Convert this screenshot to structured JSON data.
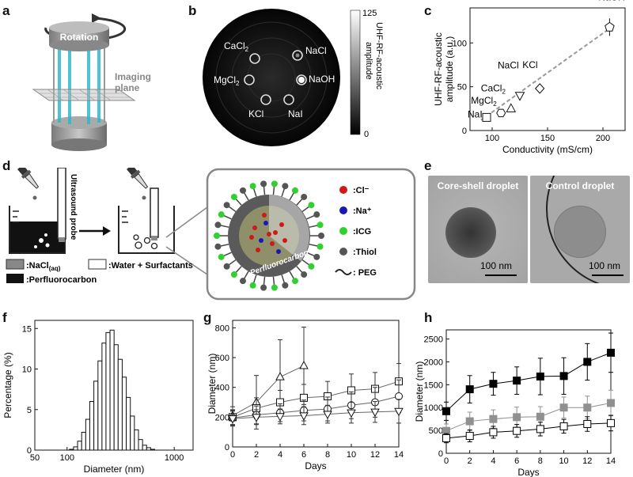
{
  "panel_labels": {
    "a": "a",
    "b": "b",
    "c": "c",
    "d": "d",
    "e": "e",
    "f": "f",
    "g": "g",
    "h": "h"
  },
  "panel_a": {
    "rotation": "Rotation",
    "imaging_plane": "Imaging plane"
  },
  "panel_b": {
    "colorbar_max": "125",
    "colorbar_min": "0",
    "colorbar_label_1": "UHF-RF-acoustic",
    "colorbar_label_2": "amplitude",
    "salts": [
      "CaCl",
      "NaCl",
      "MgCl",
      "NaOH",
      "KCl",
      "NaI"
    ]
  },
  "panel_d": {
    "probe": "Ultrasound probe",
    "legend_nacl": ":NaCl(aq)",
    "legend_water": ":Water + Surfactants",
    "legend_pfc": ":Perfluorocarbon",
    "core": "Perfluorocarbon",
    "items": [
      ":Cl⁻",
      ":Na⁺",
      ":ICG",
      ":Thiol",
      ": PEG"
    ],
    "colors": {
      "cl": "#d01818",
      "na": "#1818b8",
      "icg": "#30d030",
      "thiol": "#555555"
    }
  },
  "panel_e": {
    "left_title": "Core-shell droplet",
    "right_title": "Control droplet",
    "scale": "100 nm"
  },
  "chart_data": [
    {
      "panel": "c",
      "type": "scatter",
      "xlabel": "Conductivity (mS/cm)",
      "ylabel_1": "UHF-RF-acoustic",
      "ylabel_2": "amplitude (a.u.)",
      "xlim": [
        80,
        220
      ],
      "ylim": [
        0,
        140
      ],
      "xticks": [
        100,
        150,
        200
      ],
      "yticks": [
        0,
        50,
        100
      ],
      "points": [
        {
          "label": "NaI",
          "x": 95,
          "y": 15,
          "err": 3,
          "marker": "square"
        },
        {
          "label": "MgCl2",
          "x": 108,
          "y": 20,
          "err": 3,
          "marker": "hexagon"
        },
        {
          "label": "CaCl2",
          "x": 117,
          "y": 25,
          "err": 3,
          "marker": "triangle-up"
        },
        {
          "label": "NaCl",
          "x": 125,
          "y": 40,
          "err": 3,
          "marker": "triangle-down"
        },
        {
          "label": "KCl",
          "x": 143,
          "y": 48,
          "err": 4,
          "marker": "diamond"
        },
        {
          "label": "NaOH",
          "x": 206,
          "y": 118,
          "err": 10,
          "marker": "pentagon"
        }
      ],
      "fit": [
        [
          90,
          12
        ],
        [
          210,
          120
        ]
      ]
    },
    {
      "panel": "f",
      "type": "bar",
      "xlabel": "Diameter (nm)",
      "ylabel": "Percentage (%)",
      "xscale": "log",
      "xlim": [
        50,
        1500
      ],
      "ylim": [
        0,
        16
      ],
      "xticks": [
        50,
        100,
        1000
      ],
      "yticks": [
        0,
        5,
        10,
        15
      ],
      "bin_centers": [
        110,
        120,
        131,
        143,
        156,
        170,
        186,
        203,
        221,
        241,
        263,
        287,
        313,
        342,
        373,
        407,
        444,
        485,
        529,
        577,
        630
      ],
      "values": [
        0.1,
        0.4,
        1.1,
        2.2,
        3.8,
        6.0,
        8.5,
        11.0,
        13.2,
        14.5,
        14.8,
        13.0,
        11.2,
        9.0,
        6.5,
        4.2,
        2.5,
        1.3,
        0.6,
        0.3,
        0.1
      ]
    },
    {
      "panel": "g",
      "type": "line",
      "xlabel": "Days",
      "ylabel": "Diameter (nm)",
      "xlim": [
        0,
        14
      ],
      "ylim": [
        0,
        850
      ],
      "xticks": [
        0,
        2,
        4,
        6,
        8,
        10,
        12,
        14
      ],
      "yticks": [
        0,
        200,
        400,
        600,
        800
      ],
      "series": [
        {
          "marker": "triangle-up",
          "x": [
            0,
            2,
            4,
            6
          ],
          "y": [
            210,
            300,
            470,
            545
          ],
          "err": [
            60,
            180,
            250,
            260
          ]
        },
        {
          "marker": "square",
          "x": [
            0,
            2,
            4,
            6,
            8,
            10,
            12,
            14
          ],
          "y": [
            200,
            260,
            300,
            330,
            340,
            380,
            390,
            440
          ],
          "err": [
            50,
            70,
            80,
            90,
            100,
            110,
            110,
            120
          ]
        },
        {
          "marker": "circle",
          "x": [
            0,
            2,
            4,
            6,
            8,
            10,
            12,
            14
          ],
          "y": [
            195,
            215,
            230,
            245,
            255,
            280,
            300,
            340
          ],
          "err": [
            50,
            60,
            60,
            70,
            80,
            90,
            100,
            110
          ]
        },
        {
          "marker": "triangle-down",
          "x": [
            0,
            2,
            4,
            6,
            8,
            10,
            12,
            14
          ],
          "y": [
            190,
            200,
            205,
            210,
            220,
            230,
            235,
            240
          ],
          "err": [
            50,
            50,
            50,
            60,
            60,
            70,
            70,
            80
          ]
        }
      ]
    },
    {
      "panel": "h",
      "type": "line",
      "xlabel": "Days",
      "ylabel": "Diameter (nm)",
      "xlim": [
        0,
        14
      ],
      "ylim": [
        0,
        2700
      ],
      "xticks": [
        0,
        2,
        4,
        6,
        8,
        10,
        12,
        14
      ],
      "yticks": [
        0,
        500,
        1000,
        1500,
        2000,
        2500
      ],
      "series": [
        {
          "marker": "square-filled",
          "color": "#000000",
          "x": [
            0,
            2,
            4,
            6,
            8,
            10,
            12,
            14
          ],
          "y": [
            920,
            1400,
            1520,
            1590,
            1680,
            1690,
            2000,
            2200
          ],
          "err": [
            200,
            300,
            250,
            300,
            400,
            400,
            400,
            430
          ]
        },
        {
          "marker": "square-filled",
          "color": "#909090",
          "x": [
            0,
            2,
            4,
            6,
            8,
            10,
            12,
            14
          ],
          "y": [
            490,
            700,
            750,
            790,
            800,
            1000,
            1000,
            1100
          ],
          "err": [
            150,
            200,
            200,
            220,
            220,
            230,
            250,
            280
          ]
        },
        {
          "marker": "square",
          "color": "#000000",
          "x": [
            0,
            2,
            4,
            6,
            8,
            10,
            12,
            14
          ],
          "y": [
            330,
            380,
            460,
            490,
            530,
            590,
            640,
            660
          ],
          "err": [
            100,
            130,
            130,
            140,
            150,
            150,
            160,
            170
          ]
        }
      ]
    }
  ]
}
